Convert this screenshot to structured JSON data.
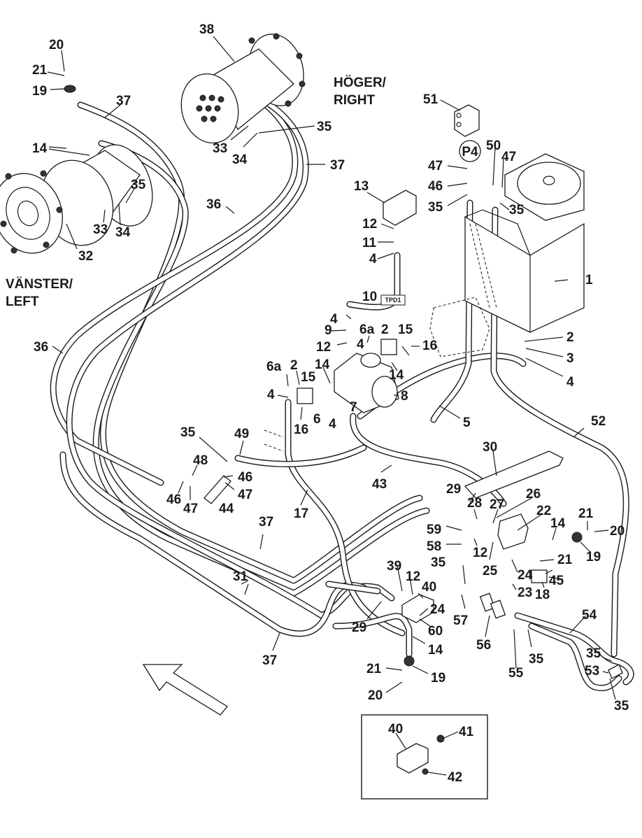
{
  "diagram": {
    "title": "Hydraulic system – travel motors, tank and pump hoses",
    "side_labels": {
      "right": [
        "HÖGER/",
        "RIGHT"
      ],
      "left": [
        "VÄNSTER/",
        "LEFT"
      ]
    },
    "test_point_tag": "TPD1",
    "pressure_port": "P4",
    "callouts": [
      {
        "id": "c20a",
        "text": "20"
      },
      {
        "id": "c21a",
        "text": "21"
      },
      {
        "id": "c19a",
        "text": "19"
      },
      {
        "id": "c37a",
        "text": "37"
      },
      {
        "id": "c14a",
        "text": "14"
      },
      {
        "id": "c35a",
        "text": "35"
      },
      {
        "id": "c33a",
        "text": "33"
      },
      {
        "id": "c34a",
        "text": "34"
      },
      {
        "id": "c32",
        "text": "32"
      },
      {
        "id": "c38",
        "text": "38"
      },
      {
        "id": "c35b",
        "text": "35"
      },
      {
        "id": "c33b",
        "text": "33"
      },
      {
        "id": "c34b",
        "text": "34"
      },
      {
        "id": "c37b",
        "text": "37"
      },
      {
        "id": "c36a",
        "text": "36"
      },
      {
        "id": "c51",
        "text": "51"
      },
      {
        "id": "c50",
        "text": "50"
      },
      {
        "id": "c47a",
        "text": "47"
      },
      {
        "id": "c47b",
        "text": "47"
      },
      {
        "id": "c46a",
        "text": "46"
      },
      {
        "id": "c35c",
        "text": "35"
      },
      {
        "id": "c35d",
        "text": "35"
      },
      {
        "id": "c13",
        "text": "13"
      },
      {
        "id": "c12a",
        "text": "12"
      },
      {
        "id": "c11",
        "text": "11"
      },
      {
        "id": "c4a",
        "text": "4"
      },
      {
        "id": "c1",
        "text": "1"
      },
      {
        "id": "c10",
        "text": "10"
      },
      {
        "id": "c4b",
        "text": "4"
      },
      {
        "id": "c9",
        "text": "9"
      },
      {
        "id": "c12b",
        "text": "12"
      },
      {
        "id": "c6aa",
        "text": "6a"
      },
      {
        "id": "c2a",
        "text": "2"
      },
      {
        "id": "c15a",
        "text": "15"
      },
      {
        "id": "c4c",
        "text": "4"
      },
      {
        "id": "c16a",
        "text": "16"
      },
      {
        "id": "c14b",
        "text": "14"
      },
      {
        "id": "c2b",
        "text": "2"
      },
      {
        "id": "c3",
        "text": "3"
      },
      {
        "id": "c4d",
        "text": "4"
      },
      {
        "id": "c36b",
        "text": "36"
      },
      {
        "id": "c6ab",
        "text": "6a"
      },
      {
        "id": "c2c",
        "text": "2"
      },
      {
        "id": "c15b",
        "text": "15"
      },
      {
        "id": "c14c",
        "text": "14"
      },
      {
        "id": "c8",
        "text": "8"
      },
      {
        "id": "c4e",
        "text": "4"
      },
      {
        "id": "c16b",
        "text": "16"
      },
      {
        "id": "c6",
        "text": "6"
      },
      {
        "id": "c7",
        "text": "7"
      },
      {
        "id": "c4f",
        "text": "4"
      },
      {
        "id": "c5",
        "text": "5"
      },
      {
        "id": "c52",
        "text": "52"
      },
      {
        "id": "c35e",
        "text": "35"
      },
      {
        "id": "c49",
        "text": "49"
      },
      {
        "id": "c48",
        "text": "48"
      },
      {
        "id": "c46b",
        "text": "46"
      },
      {
        "id": "c46c",
        "text": "46"
      },
      {
        "id": "c47c",
        "text": "47"
      },
      {
        "id": "c47d",
        "text": "47"
      },
      {
        "id": "c44",
        "text": "44"
      },
      {
        "id": "c17",
        "text": "17"
      },
      {
        "id": "c43",
        "text": "43"
      },
      {
        "id": "c30",
        "text": "30"
      },
      {
        "id": "c29a",
        "text": "29"
      },
      {
        "id": "c28",
        "text": "28"
      },
      {
        "id": "c27",
        "text": "27"
      },
      {
        "id": "c26",
        "text": "26"
      },
      {
        "id": "c22",
        "text": "22"
      },
      {
        "id": "c14d",
        "text": "14"
      },
      {
        "id": "c21b",
        "text": "21"
      },
      {
        "id": "c20b",
        "text": "20"
      },
      {
        "id": "c19b",
        "text": "19"
      },
      {
        "id": "c59",
        "text": "59"
      },
      {
        "id": "c58",
        "text": "58"
      },
      {
        "id": "c12c",
        "text": "12"
      },
      {
        "id": "c25",
        "text": "25"
      },
      {
        "id": "c21c",
        "text": "21"
      },
      {
        "id": "c24a",
        "text": "24"
      },
      {
        "id": "c45",
        "text": "45"
      },
      {
        "id": "c18",
        "text": "18"
      },
      {
        "id": "c23",
        "text": "23"
      },
      {
        "id": "c37c",
        "text": "37"
      },
      {
        "id": "c35f",
        "text": "35"
      },
      {
        "id": "c31",
        "text": "31"
      },
      {
        "id": "c39",
        "text": "39"
      },
      {
        "id": "c12d",
        "text": "12"
      },
      {
        "id": "c40a",
        "text": "40"
      },
      {
        "id": "c24b",
        "text": "24"
      },
      {
        "id": "c57",
        "text": "57"
      },
      {
        "id": "c60",
        "text": "60"
      },
      {
        "id": "c29b",
        "text": "29"
      },
      {
        "id": "c14e",
        "text": "14"
      },
      {
        "id": "c56",
        "text": "56"
      },
      {
        "id": "c55",
        "text": "55"
      },
      {
        "id": "c35g",
        "text": "35"
      },
      {
        "id": "c54",
        "text": "54"
      },
      {
        "id": "c37d",
        "text": "37"
      },
      {
        "id": "c21d",
        "text": "21"
      },
      {
        "id": "c19c",
        "text": "19"
      },
      {
        "id": "c20c",
        "text": "20"
      },
      {
        "id": "c35h",
        "text": "35"
      },
      {
        "id": "c53",
        "text": "53"
      },
      {
        "id": "c35i",
        "text": "35"
      },
      {
        "id": "c40b",
        "text": "40"
      },
      {
        "id": "c41",
        "text": "41"
      },
      {
        "id": "c42",
        "text": "42"
      }
    ]
  }
}
